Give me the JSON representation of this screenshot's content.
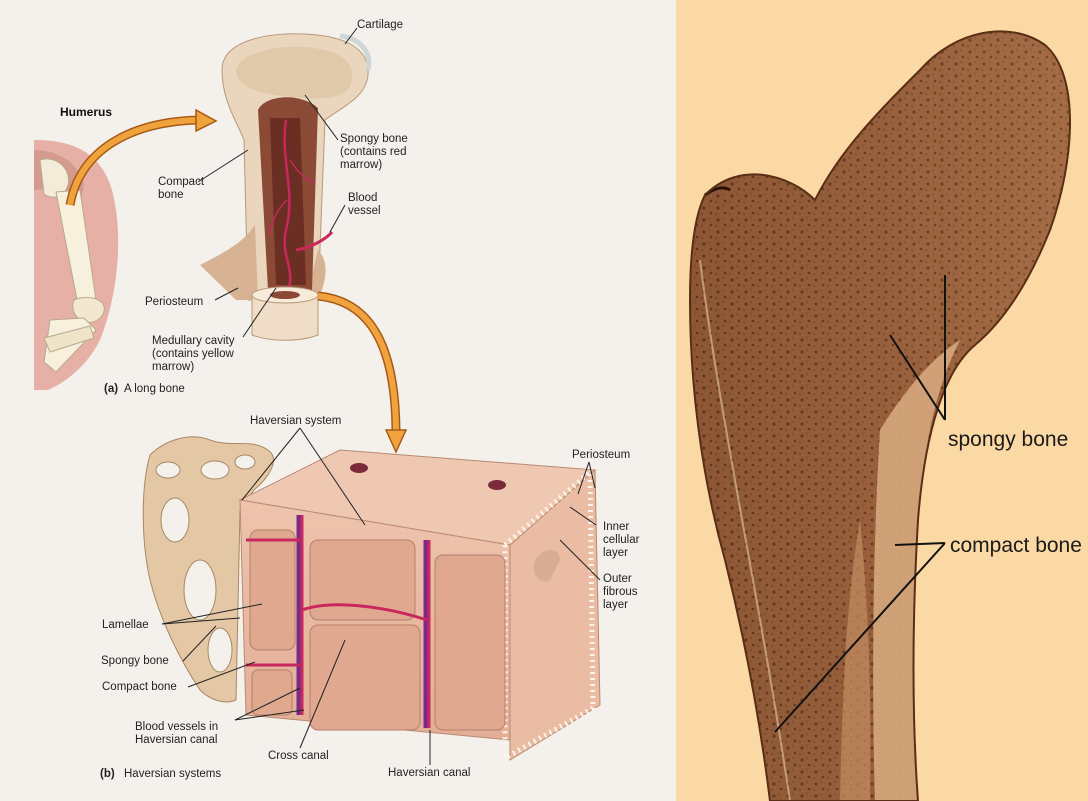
{
  "panel_a": {
    "caption_letter": "(a)",
    "caption_text": "A long bone",
    "labels": {
      "humerus": "Humerus",
      "cartilage": "Cartilage",
      "spongy_l1": "Spongy bone",
      "spongy_l2": "(contains red",
      "spongy_l3": "marrow)",
      "compact_l1": "Compact",
      "compact_l2": "bone",
      "blood_l1": "Blood",
      "blood_l2": "vessel",
      "periosteum": "Periosteum",
      "medullary_l1": "Medullary cavity",
      "medullary_l2": "(contains yellow",
      "medullary_l3": "marrow)"
    }
  },
  "panel_b": {
    "caption_letter": "(b)",
    "caption_text": "Haversian systems",
    "labels": {
      "haversian_system": "Haversian system",
      "periosteum": "Periosteum",
      "inner_l1": "Inner",
      "inner_l2": "cellular",
      "inner_l3": "layer",
      "outer_l1": "Outer",
      "outer_l2": "fibrous",
      "outer_l3": "layer",
      "lamellae": "Lamellae",
      "spongy_bone": "Spongy bone",
      "compact_bone": "Compact bone",
      "blood_l1": "Blood vessels in",
      "blood_l2": "Haversian canal",
      "cross_canal": "Cross canal",
      "haversian_canal": "Haversian canal"
    }
  },
  "photo": {
    "labels": {
      "spongy": "spongy bone",
      "compact": "compact bone"
    }
  },
  "colors": {
    "panel_bg": "#f4f1ec",
    "photo_bg": "#fbd9a4",
    "bone_brown": "#8a5532",
    "bone_pink": "#ecc2ac",
    "vessel": "#c8285e",
    "arrow_orange": "#e8902a"
  }
}
